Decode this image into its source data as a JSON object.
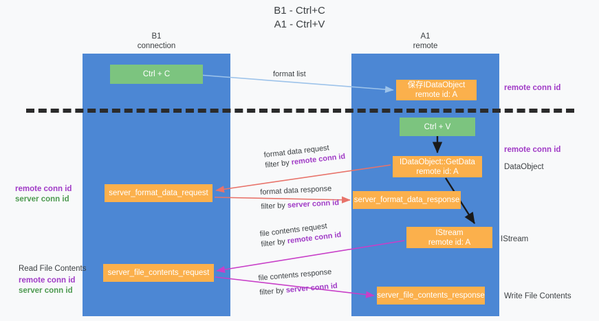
{
  "title": {
    "line1": "B1 - Ctrl+C",
    "line2": "A1 - Ctrl+V"
  },
  "columns": {
    "left": {
      "name": "B1",
      "role": "connection"
    },
    "right": {
      "name": "A1",
      "role": "remote"
    }
  },
  "nodes": {
    "ctrl_c": {
      "label": "Ctrl + C",
      "color": "#7cc47f"
    },
    "save_idataobject": {
      "line1": "保存IDataObject",
      "line2": "remote id: A",
      "color": "#fbb04c"
    },
    "ctrl_v": {
      "label": "Ctrl + V",
      "color": "#7cc47f"
    },
    "getdata": {
      "line1": "IDataObject::GetData",
      "line2": "remote id: A",
      "color": "#fbb04c"
    },
    "server_format_data_request": {
      "label": "server_format_data_request",
      "color": "#fbb04c"
    },
    "server_format_data_response": {
      "label": "server_format_data_response",
      "color": "#fbb04c"
    },
    "istream": {
      "line1": "IStream",
      "line2": "remote id: A",
      "color": "#fbb04c"
    },
    "server_file_contents_request": {
      "label": "server_file_contents_request",
      "color": "#fbb04c"
    },
    "server_file_contents_response": {
      "label": "server_file_contents_response",
      "color": "#fbb04c"
    }
  },
  "edges": {
    "format_list": "format list",
    "format_data_request": {
      "line1": "format data request",
      "prefix": "filter by ",
      "key": "remote conn id"
    },
    "format_data_response": {
      "line1": "format data response",
      "prefix": "filter by ",
      "key": "server conn id"
    },
    "file_contents_request": {
      "line1": "file contents request",
      "prefix": "filter by ",
      "key": "remote conn id"
    },
    "file_contents_response": {
      "line1": "file contents response",
      "prefix": "filter by ",
      "key": "server conn id"
    }
  },
  "annotations": {
    "right_remote_conn_top": "remote conn id",
    "right_remote_conn_mid": "remote conn id",
    "right_dataobject": "DataObject",
    "right_istream": "IStream",
    "right_write_file": "Write File Contents",
    "left_remote_conn": "remote conn id",
    "left_server_conn": "server conn id",
    "left_read_file": "Read File Contents",
    "left_remote_conn2": "remote conn id",
    "left_server_conn2": "server conn id"
  },
  "colors": {
    "lane": "#4c87d4",
    "green_box": "#7cc47f",
    "orange_box": "#fbb04c",
    "purple_text": "#a03bc6",
    "green_text": "#4e9a51",
    "divider": "#2b2b2b",
    "arrow_blue": "#9dc3ea",
    "arrow_red": "#e8736a",
    "arrow_magenta": "#c83fc8",
    "arrow_black": "#1a1a1a",
    "background": "#f8f9fa"
  }
}
